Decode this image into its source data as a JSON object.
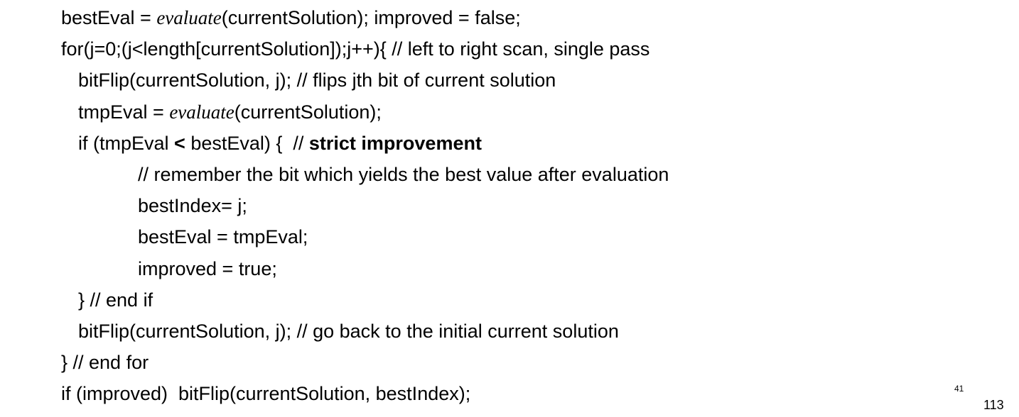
{
  "code": {
    "l1": {
      "a": "bestEval = ",
      "fn": "evaluate",
      "b": "(currentSolution); improved = false;"
    },
    "l2": "for(j=0;(j<length[currentSolution]);j++){ // left to right scan, single pass",
    "l3": "bitFlip(currentSolution, j); // flips jth bit of current solution",
    "l4": {
      "a": "tmpEval = ",
      "fn": "evaluate",
      "b": "(currentSolution);"
    },
    "l5": {
      "a": "if (tmpEval ",
      "op": "<",
      "b": " bestEval) {  // ",
      "bold": "strict improvement"
    },
    "l6": "// remember the bit which yields the best value after evaluation",
    "l7": "bestIndex= j;",
    "l8": "bestEval = tmpEval;",
    "l9": "improved = true;",
    "l10": "} // end if",
    "l11": "bitFlip(currentSolution, j); // go back to the initial current solution",
    "l12": "} // end for",
    "l13": "if (improved)  bitFlip(currentSolution, bestIndex);"
  },
  "page": {
    "small_number": "41",
    "number": "113"
  }
}
